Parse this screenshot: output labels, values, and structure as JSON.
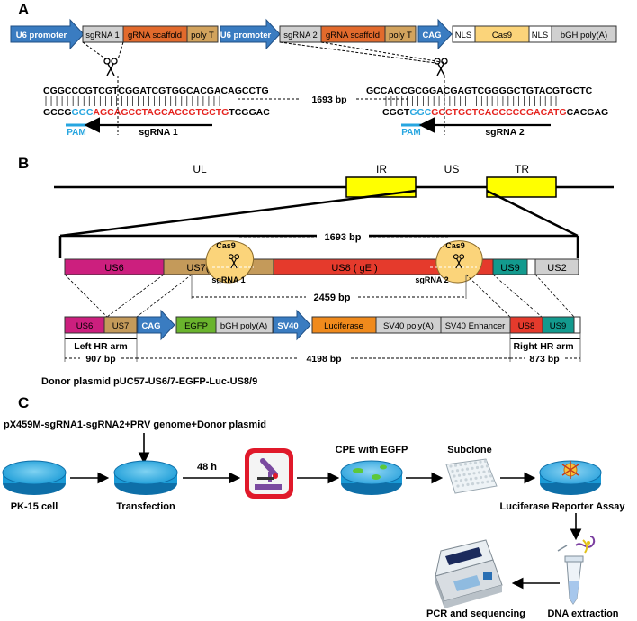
{
  "panel_a": {
    "letter": "A",
    "cassette": {
      "u6_1": "U6 promoter",
      "sgrna1": "sgRNA 1",
      "scaffold1": "gRNA scaffold",
      "polyt1": "poly T",
      "u6_2": "U6 promoter",
      "sgrna2": "sgRNA 2",
      "scaffold2": "gRNA scaffold",
      "polyt2": "poly T",
      "cag": "CAG",
      "nls1": "NLS",
      "cas9": "Cas9",
      "nls2": "NLS",
      "bgh": "bGH poly(A)"
    },
    "site1": {
      "top": "CGGCCCGTCGTCGGATCGTGGCACGACAGCCTG",
      "bottom_black_1": "GCCG",
      "bottom_pam": "GGC",
      "bottom_red": "AGCAGCCTAGCACCGTGCTG",
      "bottom_black_2": "TCGGAC",
      "pam_label": "PAM",
      "guide_label": "sgRNA 1"
    },
    "distance": "1693 bp",
    "site2": {
      "top": "GCCACCGCGGACGAGTCGGGGCTGTACGTGCTC",
      "bottom_black_1": "CGGT",
      "bottom_pam": "GGC",
      "bottom_red": "GCCTGCTCAGCCCCGACATG",
      "bottom_black_2": "CACGAG",
      "pam_label": "PAM",
      "guide_label": "sgRNA 2"
    }
  },
  "panel_b": {
    "letter": "B",
    "genome": {
      "ul": "UL",
      "ir": "IR",
      "us": "US",
      "tr": "TR"
    },
    "us_genes": {
      "us6": "US6",
      "us7": "US7( gI",
      "us8": "US8 ( gE )",
      "us9": "US9",
      "us2": "US2",
      "cas9_a": "Cas9",
      "sgrna1": "sgRNA 1",
      "cas9_b": "Cas9",
      "sgrna2": "sgRNA 2",
      "dist_1693": "1693 bp",
      "dist_2459": "2459 bp"
    },
    "donor": {
      "us6": "US6",
      "us7": "US7",
      "cag": "CAG",
      "egfp": "EGFP",
      "bgh": "bGH poly(A)",
      "sv40": "SV40",
      "luciferase": "Luciferase",
      "sv40polya": "SV40 poly(A)",
      "sv40enh": "SV40 Enhancer",
      "us8": "US8",
      "us9": "US9",
      "left_arm": "Left HR arm",
      "right_arm": "Right HR arm",
      "left_bp": "907 bp",
      "mid_bp": "4198 bp",
      "right_bp": "873 bp",
      "caption": "Donor plasmid  pUC57-US6/7-EGFP-Luc-US8/9"
    }
  },
  "panel_c": {
    "letter": "C",
    "header": "pX459M-sgRNA1-sgRNA2+PRV genome+Donor plasmid",
    "pk15": "PK-15 cell",
    "transfection": "Transfection",
    "time": "48 h",
    "cpe": "CPE with EGFP",
    "subclone": "Subclone",
    "luciferase": "Luciferase Reporter Assay",
    "dna": "DNA extraction",
    "pcr": "PCR and sequencing"
  },
  "colors": {
    "blue_arrow": "#3a7cc1",
    "scaffold": "#e26a2c",
    "poly": "#d2a35d",
    "grey": "#d0d0d0",
    "cas9_yellow": "#fbd47a",
    "genome_yellow": "#ffff00",
    "us6": "#cc1f7e",
    "us7": "#c49a5a",
    "us8": "#e53a2c",
    "us9": "#139a8e",
    "egfp": "#6ab42d",
    "luciferase": "#f08a1c",
    "red_seq": "#e5231f",
    "pam_blue": "#27a6e0"
  }
}
